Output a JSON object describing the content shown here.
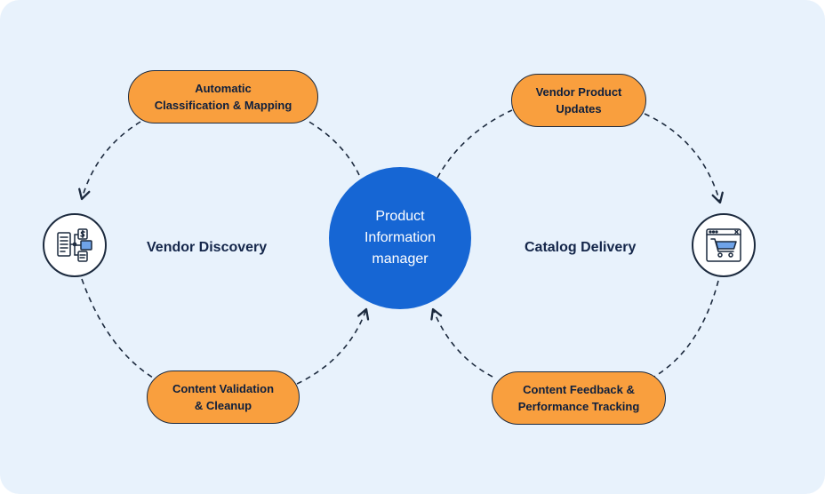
{
  "hub": {
    "line1": "Product",
    "line2": "Information",
    "line3": "manager"
  },
  "loops": {
    "left": "Vendor Discovery",
    "right": "Catalog Delivery"
  },
  "steps": {
    "classification": {
      "line1": "Automatic",
      "line2": "Classification & Mapping"
    },
    "validation": {
      "line1": "Content Validation",
      "line2": "& Cleanup"
    },
    "vendor_updates": {
      "line1": "Vendor Product",
      "line2": "Updates"
    },
    "feedback": {
      "line1": "Content Feedback &",
      "line2": "Performance Tracking"
    }
  },
  "icons": {
    "left": "workflow-document-icon",
    "right": "shopping-cart-browser-icon"
  },
  "colors": {
    "background": "#e8f2fc",
    "hub": "#1666d4",
    "pill": "#f99f3e",
    "ink": "#1c2a3e"
  }
}
